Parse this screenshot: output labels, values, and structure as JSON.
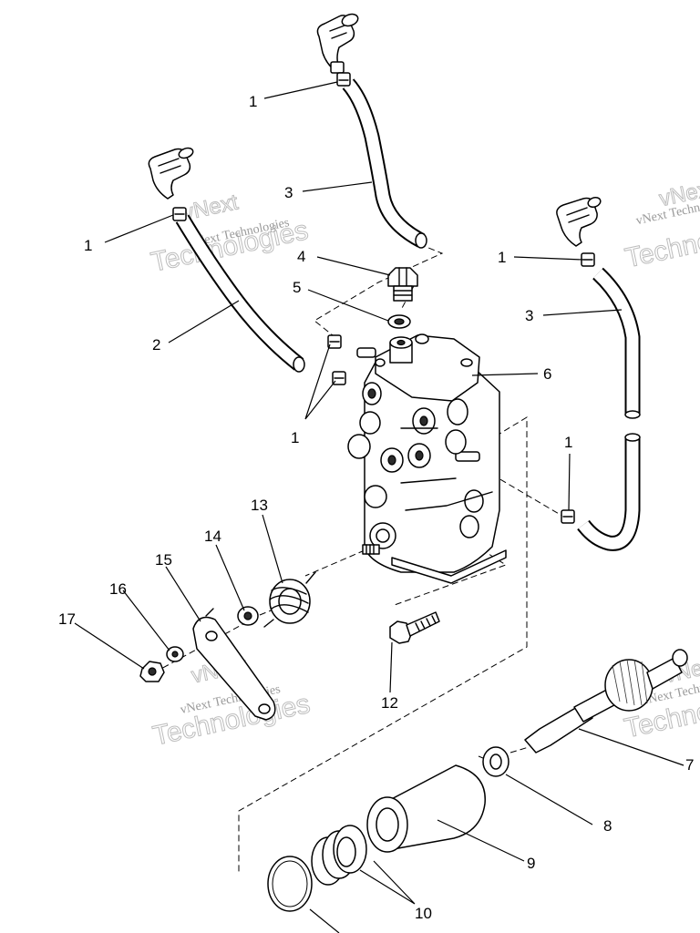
{
  "callouts": {
    "c1a": "1",
    "c1b": "1",
    "c1c": "1",
    "c1d": "1",
    "c1e": "1",
    "c2": "2",
    "c3a": "3",
    "c3b": "3",
    "c4": "4",
    "c5": "5",
    "c6": "6",
    "c7": "7",
    "c8": "8",
    "c9": "9",
    "c10": "10",
    "c12": "12",
    "c13": "13",
    "c14": "14",
    "c15": "15",
    "c16": "16",
    "c17": "17"
  },
  "watermark": {
    "line1": "vNext",
    "line2": "Technologies",
    "small": "vNext Technologies"
  },
  "colors": {
    "ink": "#000000",
    "paper": "#ffffff",
    "watermark": "#bdbdbd"
  }
}
